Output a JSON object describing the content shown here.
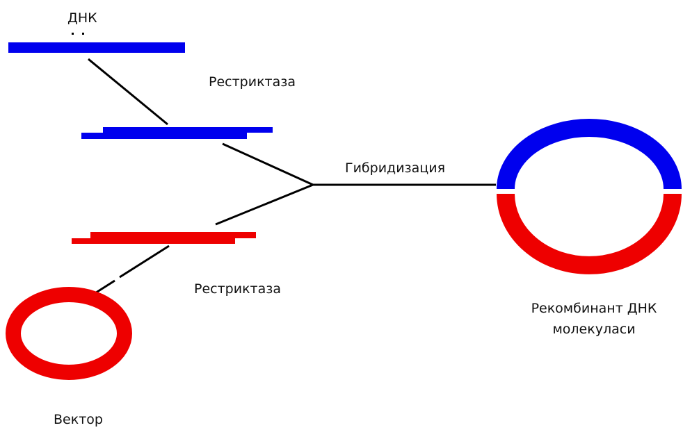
{
  "labels": {
    "dna": "ДНК",
    "restriction_top": "Рестриктаза",
    "hybridization": "Гибридизация",
    "restriction_bottom": "Рестриктаза",
    "recombinant_line1": "Рекомбинант ДНК",
    "recombinant_line2": "молекуласи",
    "vector": "Вектор"
  },
  "colors": {
    "dna": "#0000ee",
    "vector": "#ee0000",
    "connector": "#000000",
    "text": "#111111",
    "background": "#ffffff"
  }
}
